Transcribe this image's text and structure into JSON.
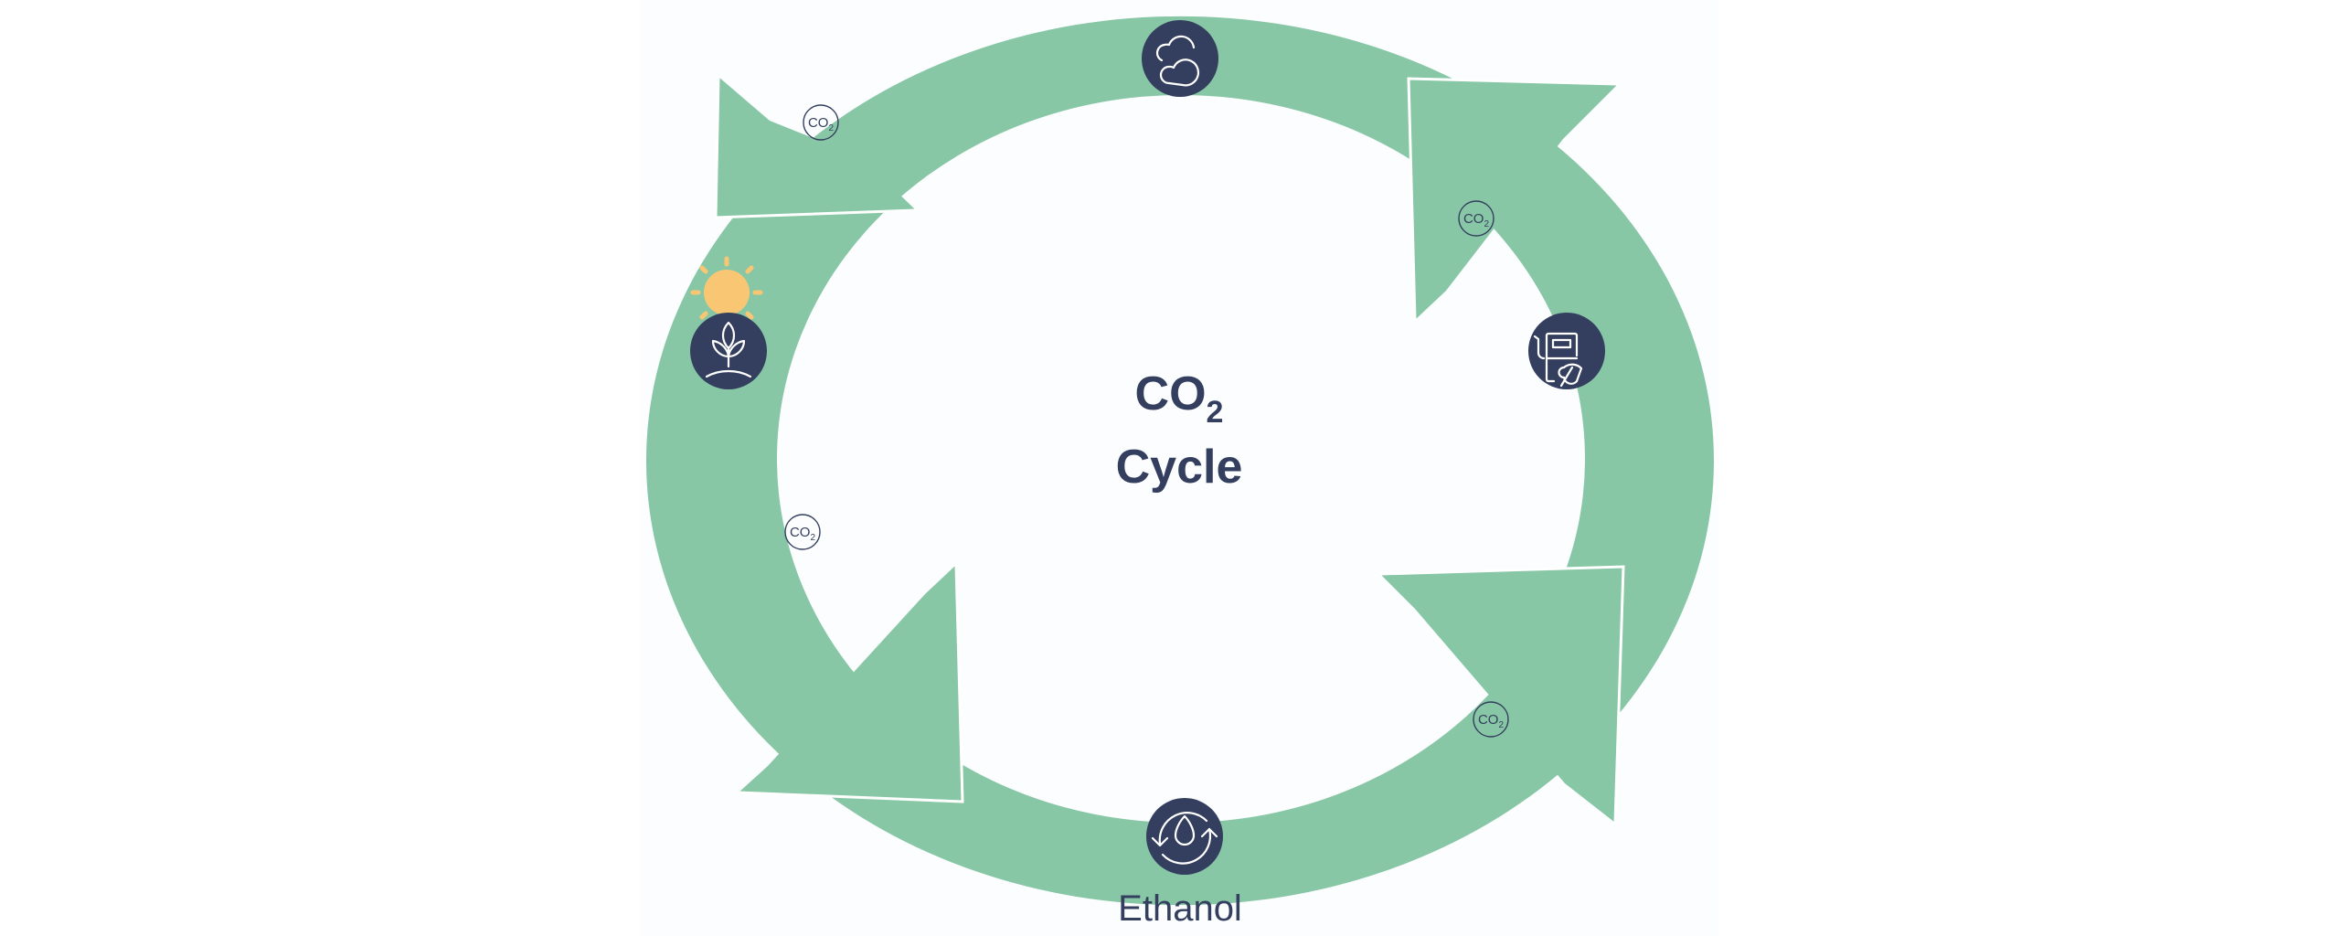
{
  "title": {
    "main": "CO",
    "subscript": "2",
    "line2": "Cycle"
  },
  "bottom_label": "Ethanol",
  "co2_badge": {
    "text": "CO",
    "subscript": "2",
    "count": 4
  },
  "icons": [
    "cloud-icon",
    "fuel-pump-leaf-icon",
    "ethanol-drop-cycle-icon",
    "plant-sprout-icon",
    "sun-icon"
  ],
  "colors": {
    "ring": "#88c7a5",
    "circle": "#343e5e",
    "sun": "#f9c774",
    "text": "#343e5e"
  }
}
